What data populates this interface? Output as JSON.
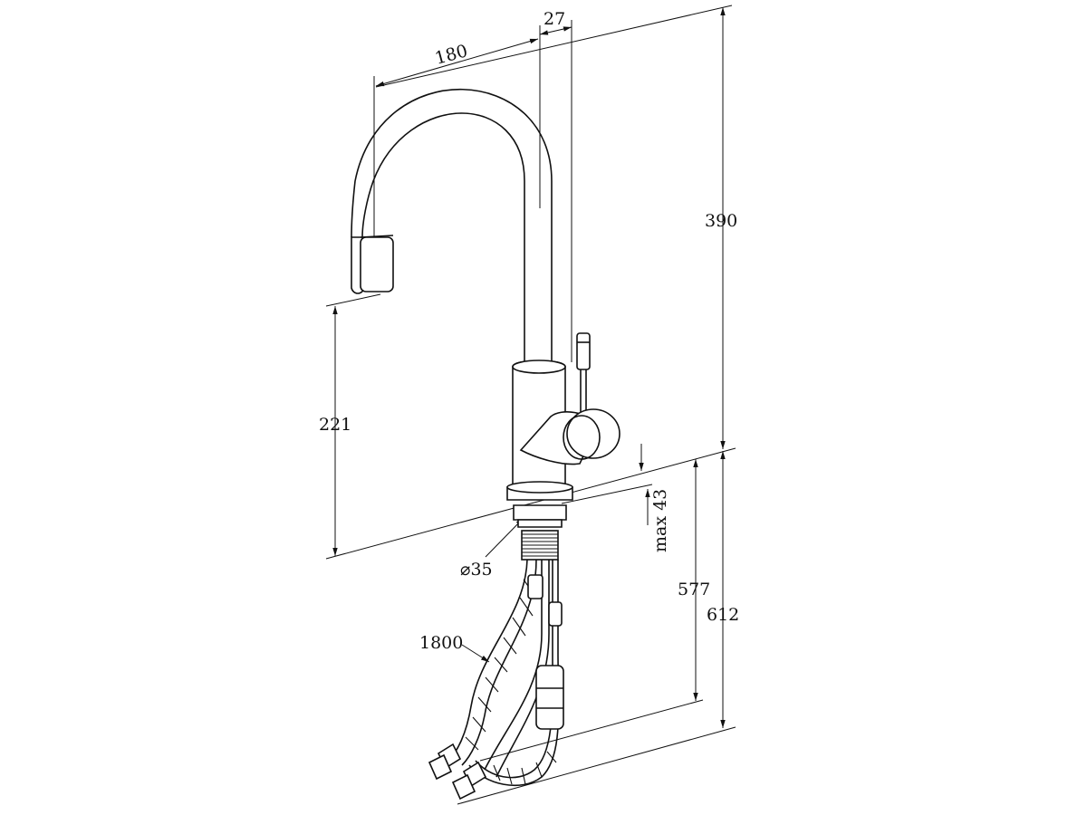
{
  "drawing": {
    "subject": "kitchen faucet with pull-out spray",
    "dimensions": {
      "spout_reach": "180",
      "body_offset": "27",
      "total_height": "390",
      "spout_height": "221",
      "max_deck_thickness": "max 43",
      "hose_length_short": "577",
      "hose_length_long": "612",
      "mounting_diameter": "⌀35",
      "supply_hose_length": "1800"
    }
  }
}
